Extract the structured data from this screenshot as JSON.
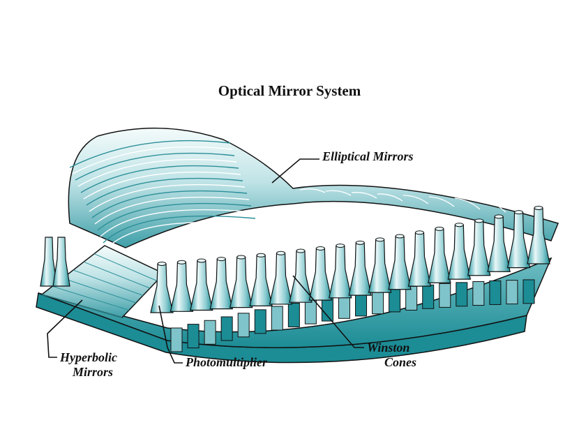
{
  "title": "Optical Mirror System",
  "labels": {
    "elliptical": "Elliptical Mirrors",
    "hyperbolic_1": "Hyperbolic",
    "hyperbolic_2": "Mirrors",
    "photomultiplier": "Photomultiplier",
    "winston_1": "Winston",
    "winston_2": "Cones"
  },
  "colors": {
    "teal_dark": "#1c8c95",
    "teal_mid": "#5fb4bb",
    "teal_light": "#bfe3e6",
    "highlight": "#f4fbfb",
    "outline": "#111111"
  }
}
